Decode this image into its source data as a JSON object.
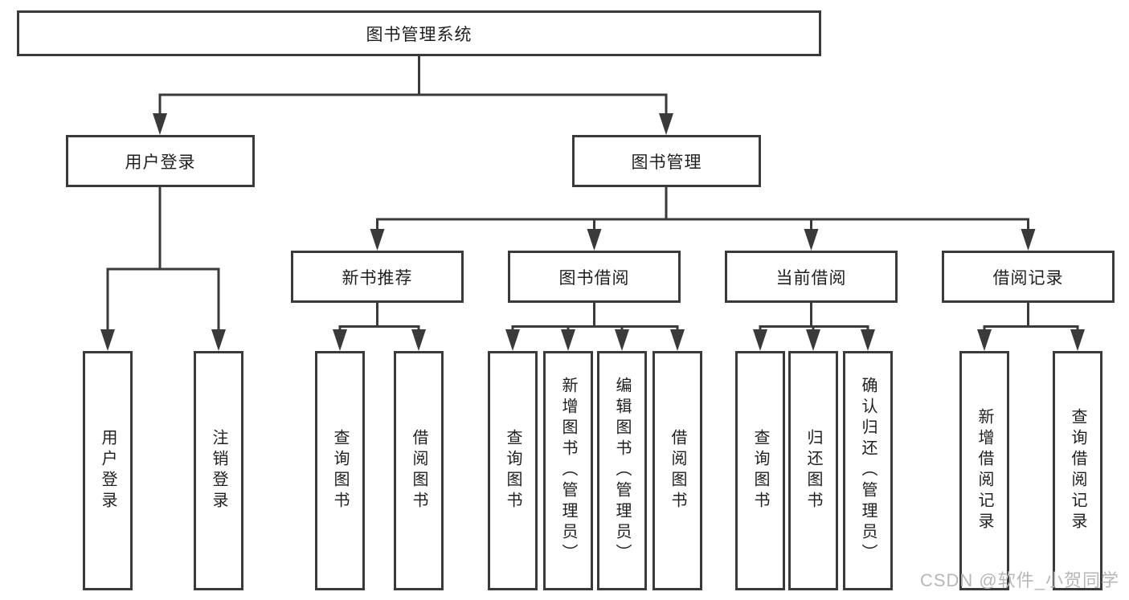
{
  "diagram": {
    "type": "hierarchy-chart",
    "colors": {
      "line": "#3a3a3a",
      "text": "#1f1f1f",
      "background": "#ffffff",
      "watermark": "#b7b7b7"
    },
    "watermark": {
      "text": "CSDN @软件_小贺同学"
    },
    "tree": {
      "root": {
        "label": "图书管理系统",
        "children": [
          {
            "label": "用户登录",
            "children": [
              {
                "label": "用户登录"
              },
              {
                "label": "注销登录"
              }
            ]
          },
          {
            "label": "图书管理",
            "children": [
              {
                "label": "新书推荐",
                "children": [
                  {
                    "label": "查询图书"
                  },
                  {
                    "label": "借阅图书"
                  }
                ]
              },
              {
                "label": "图书借阅",
                "children": [
                  {
                    "label": "查询图书"
                  },
                  {
                    "label": "新增图书（管理员）"
                  },
                  {
                    "label": "编辑图书（管理员）"
                  },
                  {
                    "label": "借阅图书"
                  }
                ]
              },
              {
                "label": "当前借阅",
                "children": [
                  {
                    "label": "查询图书"
                  },
                  {
                    "label": "归还图书"
                  },
                  {
                    "label": "确认归还（管理员）"
                  }
                ]
              },
              {
                "label": "借阅记录",
                "children": [
                  {
                    "label": "新增借阅记录"
                  },
                  {
                    "label": "查询借阅记录"
                  }
                ]
              }
            ]
          }
        ]
      }
    }
  }
}
